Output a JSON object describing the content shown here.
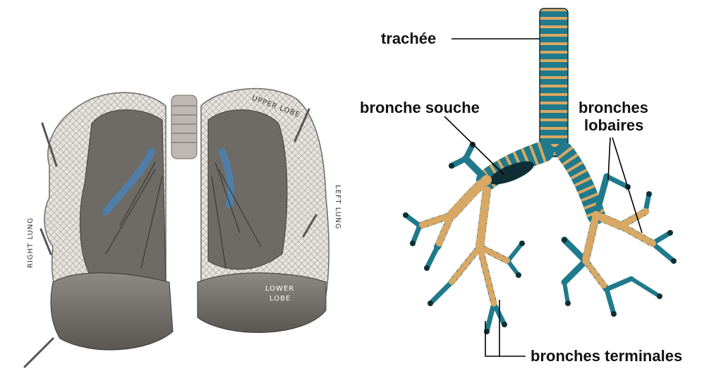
{
  "left_panel": {
    "labels": {
      "right_lung": "RIGHT LUNG",
      "left_lung": "LEFT LUNG",
      "upper_lobe": "UPPER LOBE",
      "lower_lobe_line1": "LOWER",
      "lower_lobe_line2": "LOBE"
    },
    "colors": {
      "tissue": "#8f8b86",
      "shadow": "#4a4744",
      "bronchi_blue": "#4f7fa8",
      "mesh": "#d9d6d0"
    }
  },
  "right_panel": {
    "labels": {
      "trachea": "trachée",
      "main_bronchus": "bronche souche",
      "lobar_bronchi_line1": "bronches",
      "lobar_bronchi_line2": "lobaires",
      "terminal_bronchi": "bronches terminales"
    },
    "colors": {
      "teal": "#1f7a8c",
      "ring": "#d9a864",
      "dark": "#0f2f36"
    }
  }
}
